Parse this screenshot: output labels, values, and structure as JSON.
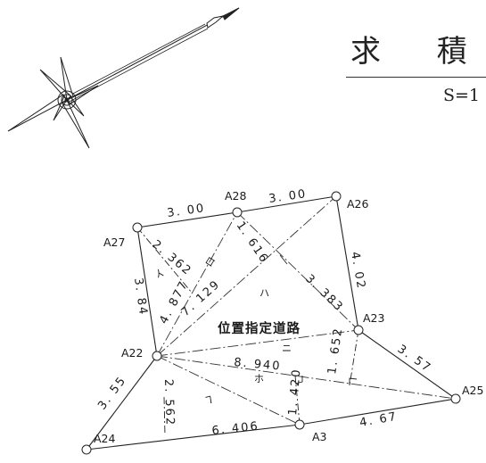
{
  "header": {
    "title": "求 積",
    "scale": "S=1"
  },
  "points": [
    {
      "id": "A22",
      "label": "A22"
    },
    {
      "id": "A23",
      "label": "A23"
    },
    {
      "id": "A24",
      "label": "A24"
    },
    {
      "id": "A25",
      "label": "A25"
    },
    {
      "id": "A26",
      "label": "A26"
    },
    {
      "id": "A27",
      "label": "A27"
    },
    {
      "id": "A28",
      "label": "A28"
    },
    {
      "id": "A3",
      "label": "A3"
    }
  ],
  "boundary_lengths": {
    "A27_A28": "3. 00",
    "A28_A26": "3. 00",
    "A26_A23": "4. 02",
    "A23_A25": "3. 57",
    "A3_A25": "4. 67",
    "A24_A3": "6. 406",
    "A22_A24": "3. 55",
    "A27_A22": "3. 84"
  },
  "triangle_lengths": {
    "A27_A28_diag": "2. 362",
    "A28_A22": "4. 877",
    "A28_A23": "1. 616",
    "A22_A26": "7. 129",
    "A28_A23_long": "3. 383",
    "A22_A25": "8. 940",
    "A23_foot": "1. 652",
    "A22_A3_height": "2. 562",
    "A3_height": "1. 420"
  },
  "regions": {
    "i": "イ",
    "ro": "ロ",
    "ha": "ハ",
    "ni": "ニ",
    "ho": "ホ",
    "he": "ヘ"
  },
  "road_label": "位置指定道路"
}
